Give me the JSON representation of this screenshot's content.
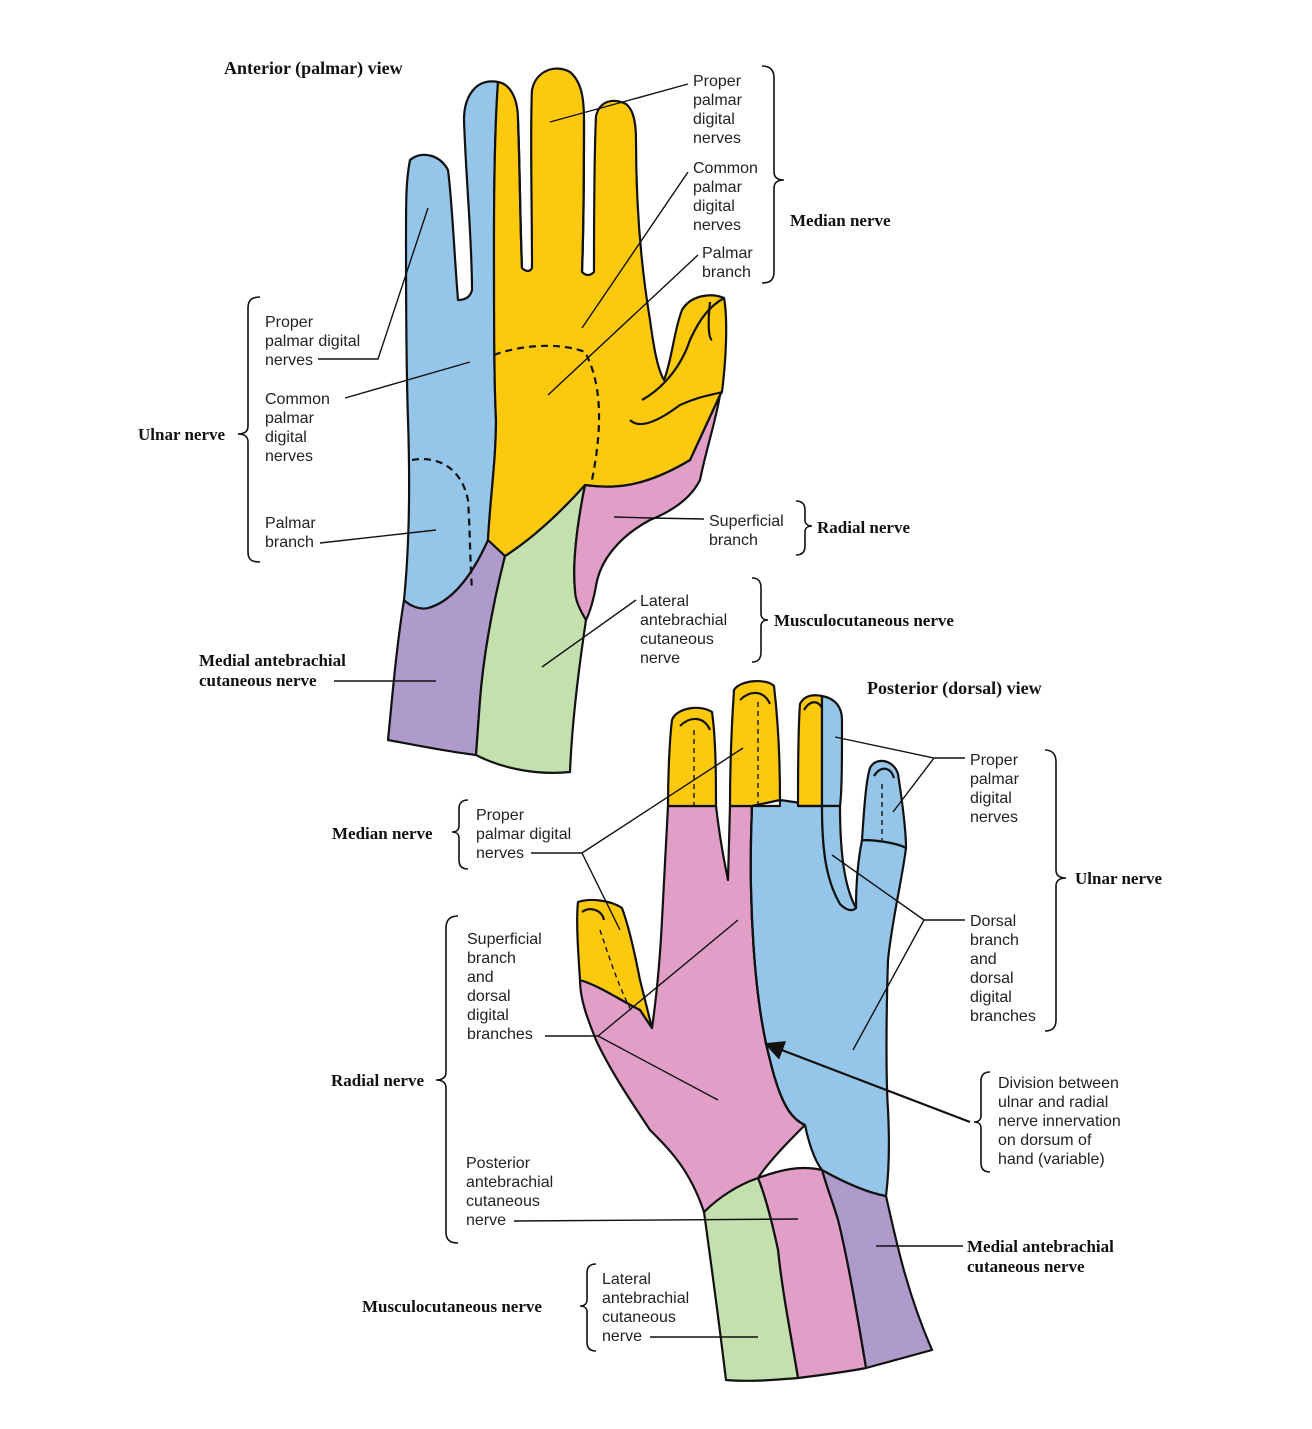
{
  "colors": {
    "median": "#fdc90d",
    "ulnar": "#95c6ea",
    "radial": "#e19fc8",
    "musculocutaneous": "#c4e0ae",
    "medial_antebrachial": "#ae9bcb"
  },
  "anterior": {
    "title": "Anterior (palmar) view",
    "median_labels": {
      "proper": [
        "Proper",
        "palmar",
        "digital",
        "nerves"
      ],
      "common": [
        "Common",
        "palmar",
        "digital",
        "nerves"
      ],
      "palmar": [
        "Palmar",
        "branch"
      ],
      "nerve": "Median nerve"
    },
    "ulnar_labels": {
      "proper": [
        "Proper",
        "palmar digital",
        "nerves"
      ],
      "common": [
        "Common",
        "palmar",
        "digital",
        "nerves"
      ],
      "palmar": [
        "Palmar",
        "branch"
      ],
      "nerve": "Ulnar nerve"
    },
    "radial_labels": {
      "superficial": [
        "Superficial",
        "branch"
      ],
      "nerve": "Radial nerve"
    },
    "musculo_labels": {
      "lateral": [
        "Lateral",
        "antebrachial",
        "cutaneous",
        "nerve"
      ],
      "nerve": "Musculocutaneous nerve"
    },
    "medial_ab": [
      "Medial antebrachial",
      "cutaneous nerve"
    ]
  },
  "posterior": {
    "title": "Posterior (dorsal) view",
    "median_labels": {
      "proper": [
        "Proper",
        "palmar digital",
        "nerves"
      ],
      "nerve": "Median nerve"
    },
    "radial_labels": {
      "superficial": [
        "Superficial",
        "branch",
        "and",
        "dorsal",
        "digital",
        "branches"
      ],
      "posterior": [
        "Posterior",
        "antebrachial",
        "cutaneous",
        "nerve"
      ],
      "nerve": "Radial nerve"
    },
    "ulnar_labels": {
      "proper": [
        "Proper",
        "palmar",
        "digital",
        "nerves"
      ],
      "dorsal": [
        "Dorsal",
        "branch",
        "and",
        "dorsal",
        "digital",
        "branches"
      ],
      "nerve": "Ulnar nerve"
    },
    "division": [
      "Division between",
      "ulnar and radial",
      "nerve innervation",
      "on dorsum of",
      "hand (variable)"
    ],
    "medial_ab": [
      "Medial antebrachial",
      "cutaneous nerve"
    ],
    "musculo_labels": {
      "lateral": [
        "Lateral",
        "antebrachial",
        "cutaneous",
        "nerve"
      ],
      "nerve": "Musculocutaneous nerve"
    }
  }
}
